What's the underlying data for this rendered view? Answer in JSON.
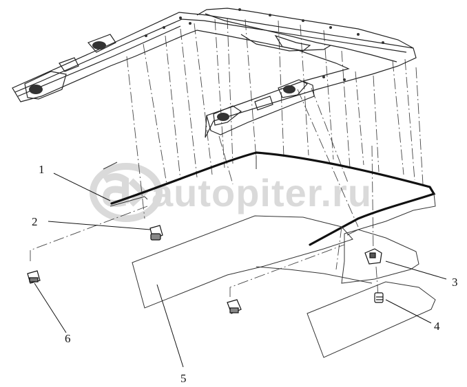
{
  "watermark": {
    "text": "autopiter.ru"
  },
  "part_labels": [
    "1",
    "2",
    "3",
    "4",
    "5",
    "6"
  ]
}
